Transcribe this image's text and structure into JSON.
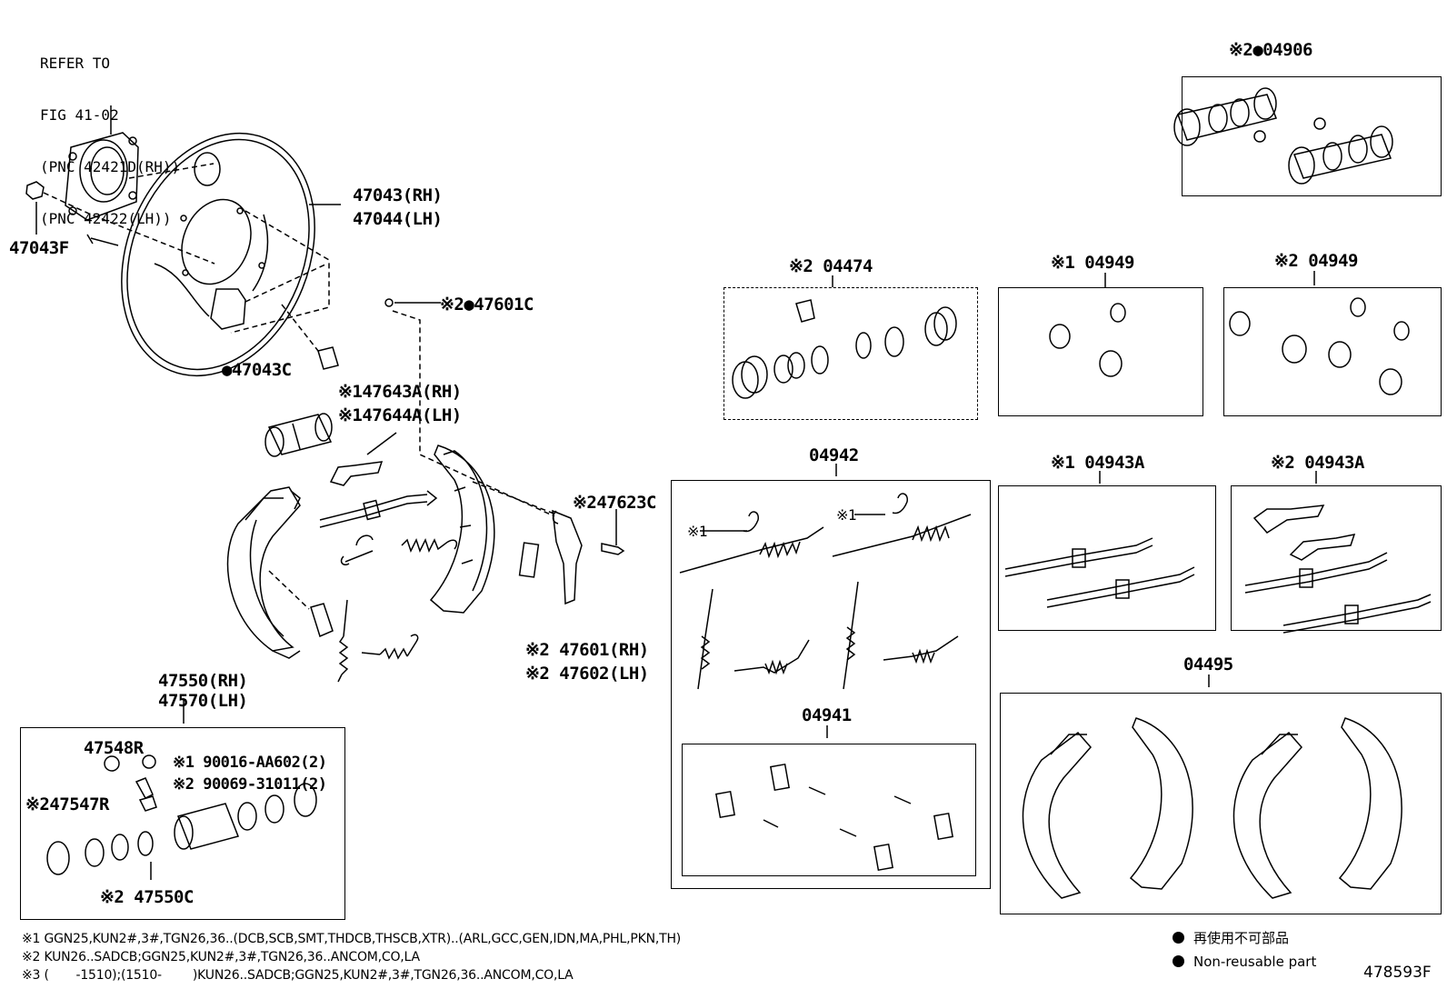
{
  "reference": {
    "line1": "REFER TO",
    "line2": "FIG 41-02",
    "line3": "(PNC 42421D(RH))",
    "line4": "(PNC 42422(LH))"
  },
  "parts": {
    "p47043F": "47043F",
    "p47043_rh": "47043(RH)",
    "p47044_lh": "47044(LH)",
    "p47043C": "●47043C",
    "p47601C": "※2●47601C",
    "p47643A": "※147643A(RH)",
    "p47644A": "※147644A(LH)",
    "p47623C": "※247623C",
    "p47601": "※2 47601(RH)",
    "p47602": "※2 47602(LH)",
    "p47550": "47550(RH)",
    "p47570": "47570(LH)",
    "p47548R": "47548R",
    "p90016": "※1 90016-AA602(2)",
    "p90069": "※2 90069-31011(2)",
    "p47547R": "※247547R",
    "p47550C": "※2 47550C",
    "p04906": "※2●04906",
    "p04474": "※2 04474",
    "p04949a": "※1 04949",
    "p04949b": "※2 04949",
    "p04942": "04942",
    "p04943Aa": "※1 04943A",
    "p04943Ab": "※2 04943A",
    "p04495": "04495",
    "p04941": "04941",
    "callout_x1a": "※1",
    "callout_x1b": "※1"
  },
  "notes": {
    "n1": "※1 GGN25,KUN2#,3#,TGN26,36..(DCB,SCB,SMT,THDCB,THSCB,XTR)..(ARL,GCC,GEN,IDN,MA,PHL,PKN,TH)",
    "n2": "※2 KUN26..SADCB;GGN25,KUN2#,3#,TGN26,36..ANCOM,CO,LA",
    "n3": "※3 (       -1510);(1510-        )KUN26..SADCB;GGN25,KUN2#,3#,TGN26,36..ANCOM,CO,LA"
  },
  "legend": {
    "jp": "再使用不可部品",
    "en": "Non-reusable part"
  },
  "figure_id": "478593F",
  "icons": [
    "filled-dot-icon",
    "brake-shoe-icon",
    "spring-icon",
    "wheel-cylinder-icon",
    "backing-plate-icon"
  ]
}
